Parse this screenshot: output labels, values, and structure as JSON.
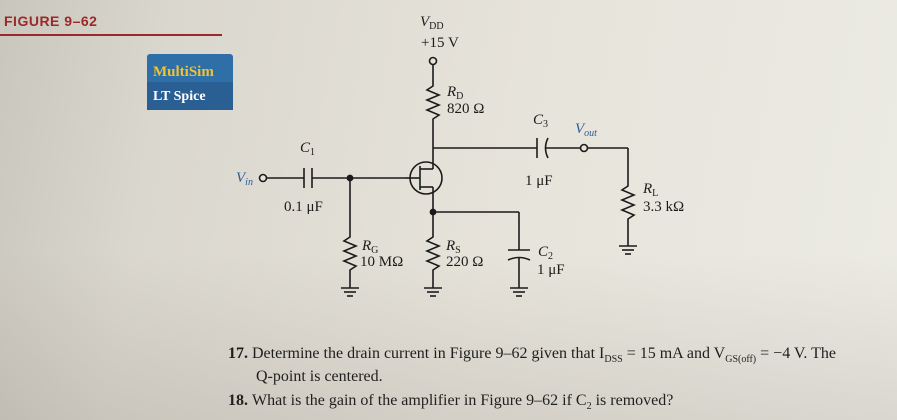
{
  "figure": {
    "label": "FIGURE 9–62",
    "logo_line1": "MultiSim",
    "logo_line2": "LT Spice"
  },
  "circuit": {
    "vdd_label": "V",
    "vdd_sub": "DD",
    "vdd_value": "+15 V",
    "rd_label": "R",
    "rd_sub": "D",
    "rd_value": "820 Ω",
    "c3_label": "C",
    "c3_sub": "3",
    "c3_value": "1 μF",
    "vout_label": "V",
    "vout_sub": "out",
    "c1_label": "C",
    "c1_sub": "1",
    "c1_value": "0.1 μF",
    "vin_label": "V",
    "vin_sub": "in",
    "rl_label": "R",
    "rl_sub": "L",
    "rl_value": "3.3 kΩ",
    "rg_label": "R",
    "rg_sub": "G",
    "rg_value": "10 MΩ",
    "rs_label": "R",
    "rs_sub": "S",
    "rs_value": "220 Ω",
    "c2_label": "C",
    "c2_sub": "2",
    "c2_value": "1 μF"
  },
  "questions": {
    "q17_number": "17.",
    "q17_line1a": "Determine the drain current in Figure 9–62 given that I",
    "q17_line1_sub1": "DSS",
    "q17_line1b": " = 15 mA and V",
    "q17_line1_sub2": "GS(off)",
    "q17_line1c": " = −4 V. The",
    "q17_line2": "Q-point is centered.",
    "q18_number": "18.",
    "q18_text": "What is the gain of the amplifier in Figure 9–62 if C",
    "q18_sub": "2",
    "q18_tail": " is removed?"
  },
  "colors": {
    "accent": "#9a2a2a",
    "signal_blue": "#2d5b9a",
    "ink": "#1b1b1b"
  }
}
